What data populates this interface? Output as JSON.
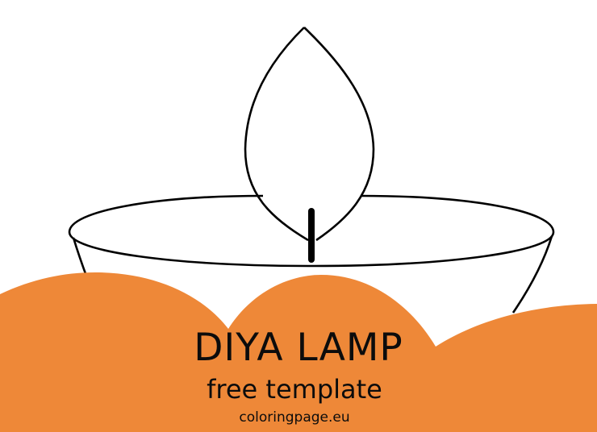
{
  "illustration": {
    "subject": "diya lamp outline",
    "colors": {
      "outline": "#000000",
      "banner": "#EE8838",
      "background": "#FFFFFF",
      "text": "#0C0C0C"
    }
  },
  "banner": {
    "title": "DIYA LAMP",
    "subtitle": "free template",
    "site": "coloringpage.eu"
  }
}
